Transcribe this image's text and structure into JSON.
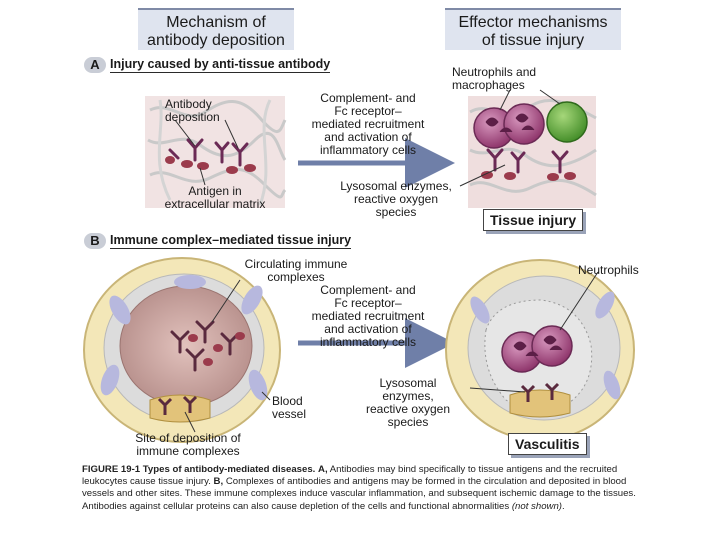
{
  "headers": {
    "left": "Mechanism of antibody deposition",
    "left_line1": "Mechanism of",
    "left_line2": "antibody deposition",
    "right_line1": "Effector mechanisms",
    "right_line2": "of tissue injury"
  },
  "section_a": {
    "letter": "A",
    "title": "Injury caused by anti-tissue antibody",
    "antibody_deposition_1": "Antibody",
    "antibody_deposition_2": "deposition",
    "antigen_1": "Antigen in",
    "antigen_2": "extracellular matrix",
    "arrow_1": "Complement- and",
    "arrow_2": "Fc receptor–",
    "arrow_3": "mediated recruitment",
    "arrow_4": "and activation of",
    "arrow_5": "inflammatory cells",
    "neutrophils_1": "Neutrophils and",
    "neutrophils_2": "macrophages",
    "lysosomal_1": "Lysosomal enzymes,",
    "lysosomal_2": "reactive oxygen",
    "lysosomal_3": "species",
    "result": "Tissue injury"
  },
  "section_b": {
    "letter": "B",
    "title": "Immune complex–mediated tissue injury",
    "circulating_1": "Circulating immune",
    "circulating_2": "complexes",
    "arrow_1": "Complement- and",
    "arrow_2": "Fc receptor–",
    "arrow_3": "mediated recruitment",
    "arrow_4": "and activation of",
    "arrow_5": "inflammatory cells",
    "blood_1": "Blood",
    "blood_2": "vessel",
    "site_1": "Site of deposition of",
    "site_2": "immune complexes",
    "neutrophils": "Neutrophils",
    "lysosomal_1": "Lysosomal",
    "lysosomal_2": "enzymes,",
    "lysosomal_3": "reactive oxygen",
    "lysosomal_4": "species",
    "result": "Vasculitis"
  },
  "caption": {
    "figure": "FIGURE 19-1 Types of antibody-mediated diseases.",
    "a_label": "A,",
    "a_text": "Antibodies may bind specifically to tissue antigens and the recruited leukocytes cause tissue injury.",
    "b_label": "B,",
    "b_text": "Complexes of antibodies and antigens may be formed in the circulation and deposited in blood vessels and other sites. These immune complexes induce vascular inflammation, and subsequent ischemic damage to the tissues. Antibodies against cellular proteins can also cause depletion of the cells and functional abnormalities",
    "not_shown": "(not shown)",
    "end": "."
  },
  "colors": {
    "header_bg": "#dfe4ef",
    "tissue_pink": "#e8c9c9",
    "cell_purple": "#a0457a",
    "macrophage_green": "#5ea23a",
    "vessel_cream": "#f3e7b8",
    "lumen_pink": "#c9a3a0",
    "arrow_blue": "#6f7fa8"
  }
}
